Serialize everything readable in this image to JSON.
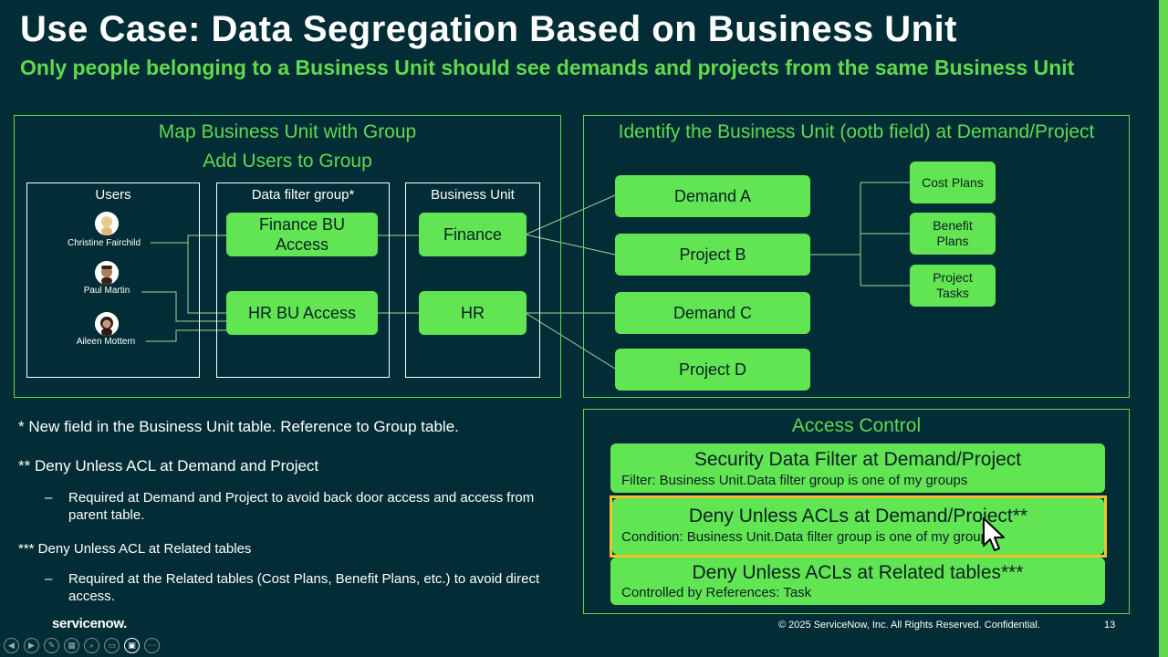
{
  "slide": {
    "title": "Use Case: Data Segregation Based on Business Unit",
    "subtitle": "Only people belonging to a Business Unit should see demands and projects from the same Business Unit"
  },
  "left_panel": {
    "title1": "Map Business Unit with Group",
    "title2": "Add Users to Group",
    "users_header": "Users",
    "users": [
      "Christine Fairchild",
      "Paul Martin",
      "Aileen Mottern"
    ],
    "group_header": "Data filter group*",
    "groups": [
      "Finance BU Access",
      "HR BU Access"
    ],
    "bu_header": "Business Unit",
    "business_units": [
      "Finance",
      "HR"
    ]
  },
  "right_panel": {
    "title": "Identify the Business Unit (ootb field) at Demand/Project",
    "records": [
      "Demand A",
      "Project B",
      "Demand C",
      "Project D"
    ],
    "related": [
      "Cost Plans",
      "Benefit Plans",
      "Project Tasks"
    ]
  },
  "notes": {
    "n1": "* New field in the Business Unit table. Reference to Group table.",
    "n2": "** Deny Unless ACL at Demand and Project",
    "n2_sub": "Required at Demand and Project to avoid back door access and access from parent table.",
    "n3": "*** Deny Unless ACL at Related tables",
    "n3_sub": "Required at the Related tables (Cost Plans, Benefit Plans, etc.) to avoid direct access.",
    "dash": "–"
  },
  "access_control": {
    "title": "Access Control",
    "items": [
      {
        "title": "Security Data Filter at Demand/Project",
        "sub": "Filter: Business Unit.Data filter group is one of my groups"
      },
      {
        "title": "Deny Unless ACLs at Demand/Project**",
        "sub": "Condition: Business Unit.Data filter group is one of my groups"
      },
      {
        "title": "Deny Unless ACLs at Related tables***",
        "sub": "Controlled by References: Task"
      }
    ],
    "highlight_color": "#f2c12e"
  },
  "footer": {
    "logo": "servicenow.",
    "copyright": "© 2025 ServiceNow, Inc. All Rights Reserved. Confidential.",
    "page": "13"
  },
  "toolbar": {
    "icons": [
      "prev-icon",
      "next-icon",
      "pen-icon",
      "slides-icon",
      "zoom-icon",
      "subtitle-icon",
      "camera-icon",
      "more-icon"
    ]
  },
  "colors": {
    "background": "#032d36",
    "accent": "#62d84e",
    "box_fill": "#62e552"
  }
}
